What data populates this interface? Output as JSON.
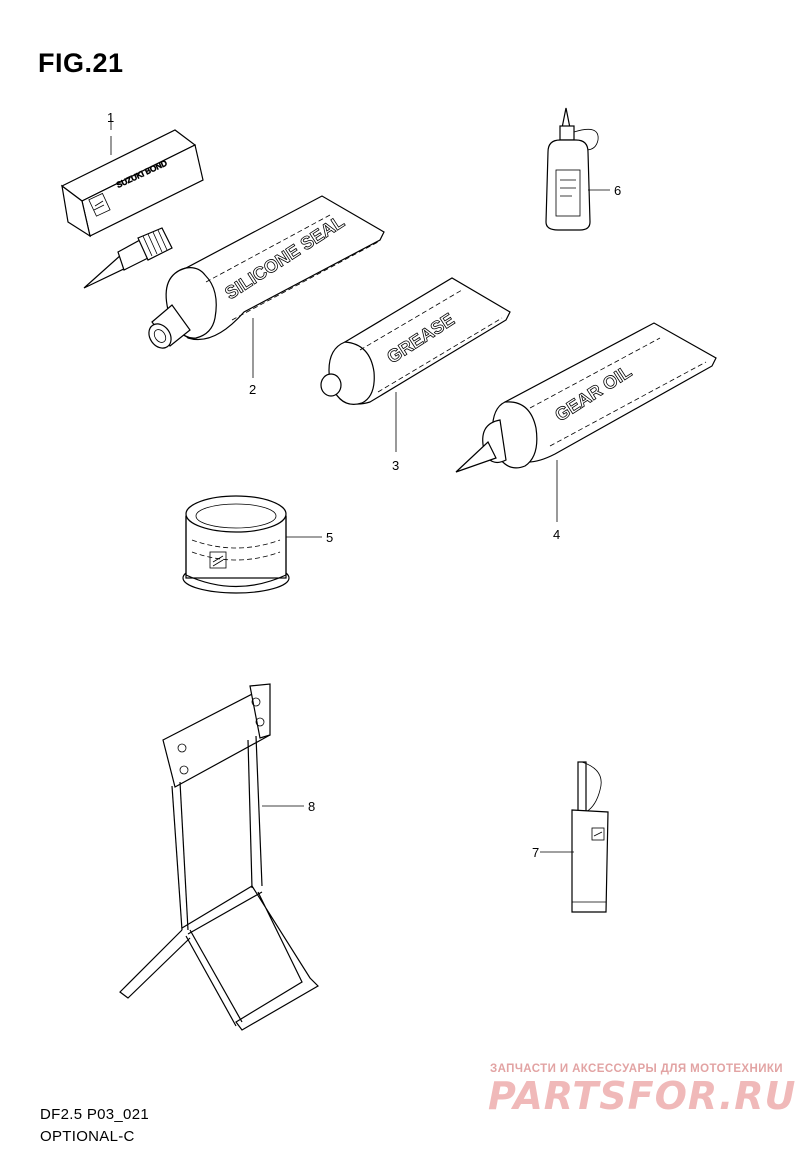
{
  "figure": {
    "title": "FIG.21",
    "code": "DF2.5 P03_021",
    "group": "OPTIONAL-C"
  },
  "parts": [
    {
      "number": "1",
      "label": "SUZUKI BOND"
    },
    {
      "number": "2",
      "label": "SILICONE SEAL"
    },
    {
      "number": "3",
      "label": "GREASE"
    },
    {
      "number": "4",
      "label": "GEAR OIL"
    },
    {
      "number": "5"
    },
    {
      "number": "6"
    },
    {
      "number": "7"
    },
    {
      "number": "8"
    }
  ],
  "watermark": {
    "tagline": "ЗАПЧАСТИ И АКСЕССУАРЫ ДЛЯ МОТОТЕХНИКИ",
    "brand": "PARTSFOR.RU"
  }
}
